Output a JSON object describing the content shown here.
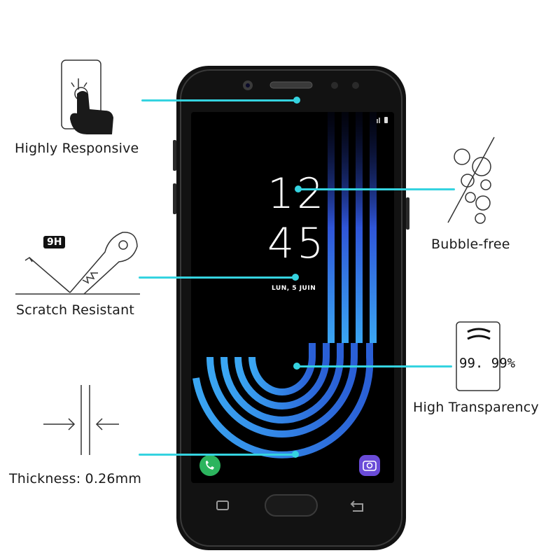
{
  "features": {
    "responsive": "Highly Responsive",
    "scratch": "Scratch Resistant",
    "thickness": "Thickness: 0.26mm",
    "bubble": "Bubble-free",
    "transparency": "High Transparency"
  },
  "badges": {
    "hardness": "9H",
    "transparency_value": "99. 99%"
  },
  "lockscreen": {
    "hour": "12",
    "minute": "45",
    "date": "LUN, 5 JUIN"
  },
  "colors": {
    "accent": "#35d3e0",
    "phone_body": "#111111",
    "wallpaper_blue": "#2f7fe6"
  },
  "icons": [
    "hand-touch-icon",
    "key-icon",
    "bubbles-icon",
    "transparency-card-icon",
    "thickness-arrows-icon",
    "phone-call-icon",
    "camera-icon",
    "recent-apps-icon",
    "home-button-icon",
    "back-icon"
  ]
}
